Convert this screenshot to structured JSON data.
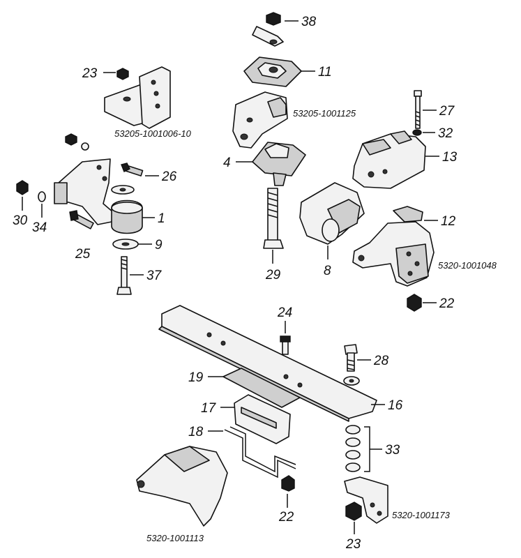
{
  "labels": {
    "n38": "38",
    "n11": "11",
    "n23a": "23",
    "n27": "27",
    "n32": "32",
    "n13": "13",
    "n4": "4",
    "n26": "26",
    "n30": "30",
    "n34": "34",
    "n1": "1",
    "n25": "25",
    "n9": "9",
    "n37": "37",
    "n29": "29",
    "n8": "8",
    "n12": "12",
    "n22a": "22",
    "n24": "24",
    "n28": "28",
    "n19": "19",
    "n17": "17",
    "n16": "16",
    "n18": "18",
    "n33": "33",
    "n22b": "22",
    "n23b": "23"
  },
  "codes": {
    "c1": "53205-1001006-10",
    "c2": "53205-1001125",
    "c3": "5320-1001048",
    "c4": "5320-1001173",
    "c5": "5320-1001113"
  }
}
